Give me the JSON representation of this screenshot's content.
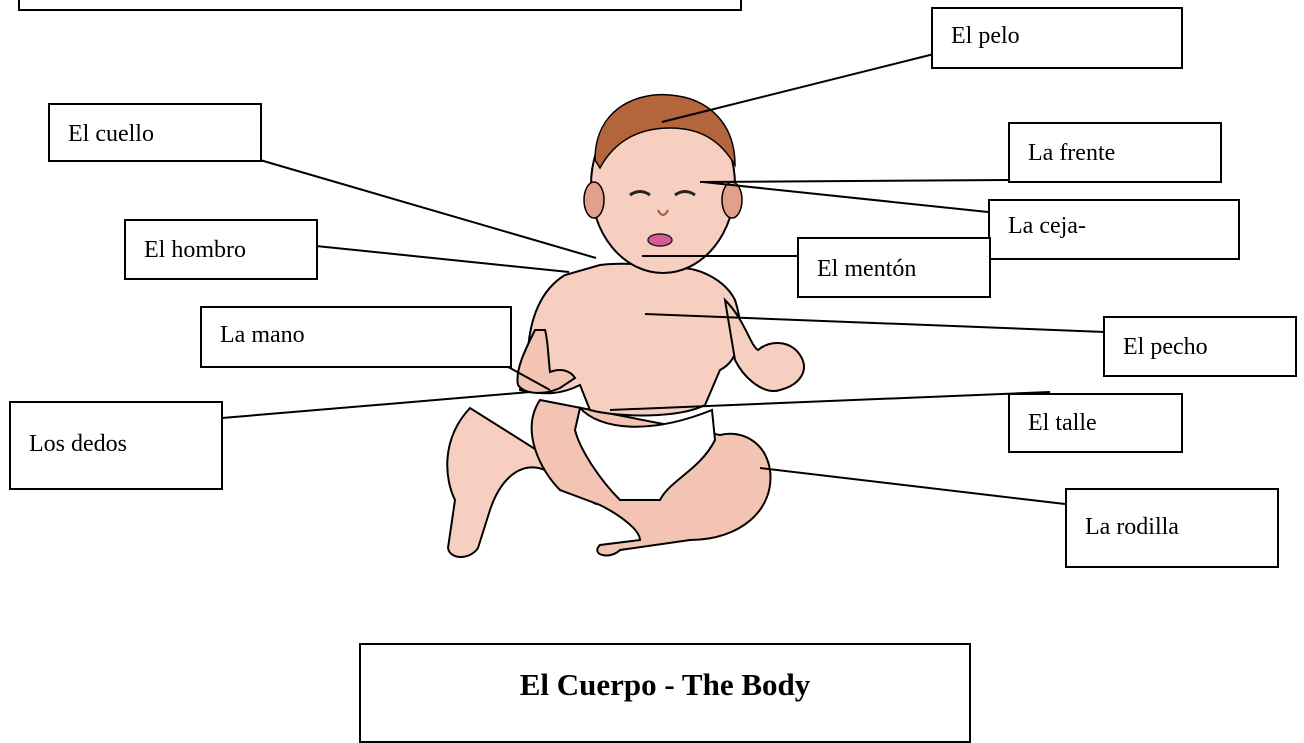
{
  "title": "El Cuerpo -  The Body",
  "labels": {
    "pelo": "El pelo",
    "cuello": "El cuello",
    "frente": "La frente",
    "ceja": "La ceja-",
    "hombro": "El hombro",
    "menton": "El mentón",
    "mano": "La mano",
    "pecho": "El pecho",
    "dedos": "Los dedos",
    "talle": "El talle",
    "rodilla": "La rodilla"
  },
  "colors": {
    "skin": "#f6cfc0",
    "skin_shadow": "#e2a08c",
    "hair": "#b5653c",
    "diaper": "#ffffff",
    "mouth": "#d85a9a"
  }
}
